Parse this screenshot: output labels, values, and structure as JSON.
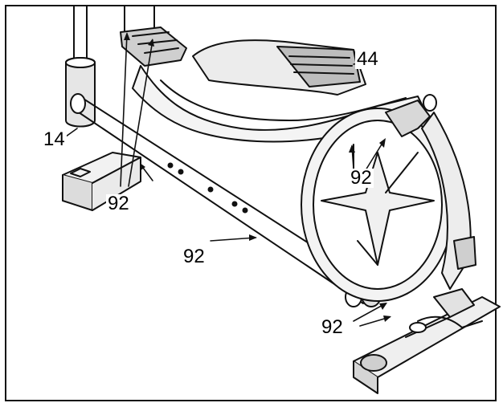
{
  "figure": {
    "callouts": {
      "part_44": "44",
      "part_14": "14",
      "part_92_top_left": "92",
      "part_92_wheel": "92",
      "part_92_crossbar": "92",
      "part_92_bottom_right": "92"
    },
    "colors": {
      "line": "#111111",
      "shade": "#d9d9d9",
      "dark_shade": "#9a9a9a"
    }
  }
}
